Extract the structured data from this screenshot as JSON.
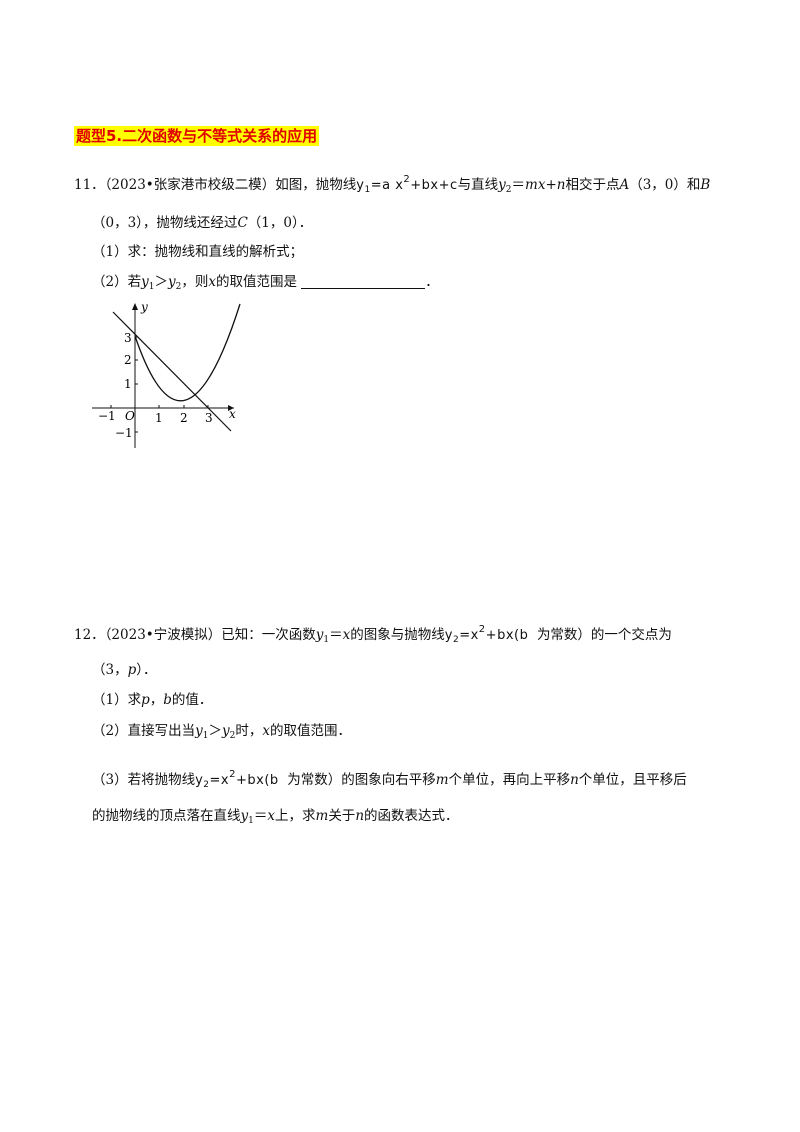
{
  "section": {
    "title": "题型5.二次函数与不等式关系的应用"
  },
  "q11": {
    "num": "11．",
    "source": "（2023•张家港市校级二模）",
    "intro": "如图，抛物线",
    "formula": {
      "y": "y",
      "sub1": "1",
      "eq": "=a x",
      "sq": "2",
      "rest": "+bx+c"
    },
    "mid": "与直线",
    "y2": "y",
    "sub2": "2",
    "eq2": "＝",
    "lineExpr": "mx+n",
    "meet": "相交于点",
    "A": "A",
    "Acoord": "（3，0）和",
    "B": "B",
    "line2a": "（0，3），抛物线还经过",
    "C": "C",
    "line2b": "（1，0）．",
    "part1": "（1）求：抛物线和直线的解析式；",
    "part2_pre": "（2）若",
    "part2_y1": "y",
    "part2_s1": "1",
    "part2_gt": "＞",
    "part2_y2": "y",
    "part2_s2": "2",
    "part2_mid": "，则",
    "part2_x": "x",
    "part2_post": "的取值范围是",
    "part2_end": "．"
  },
  "graph": {
    "ylabel": "y",
    "xlabel": "x",
    "origin": "O",
    "ticks_x": [
      "−1",
      "1",
      "2",
      "3"
    ],
    "ticks_y": [
      "3",
      "2",
      "1",
      "−1"
    ]
  },
  "q12": {
    "num": "12．",
    "source": "（2023•宁波模拟）",
    "intro": "已知：一次函数",
    "y1": "y",
    "s1": "1",
    "eqx": "＝",
    "x": "x",
    "mid": "的图象与抛物线",
    "formula": {
      "y": "y",
      "sub": "2",
      "eq": "=x",
      "sq": "2",
      "rest": "+bx(b"
    },
    "const": "为常数）的一个交点为",
    "line2a": "（3，",
    "p": "p",
    "line2b": "）．",
    "part1_pre": "（1）求",
    "part1_p": "p",
    "part1_comma": "，",
    "part1_b": "b",
    "part1_post": "的值．",
    "part2_pre": "（2）直接写出当",
    "part2_y1": "y",
    "part2_s1": "1",
    "part2_gt": "＞",
    "part2_y2": "y",
    "part2_s2": "2",
    "part2_mid": "时，",
    "part2_x": "x",
    "part2_post": "的取值范围．",
    "part3_pre": "（3）若将抛物线",
    "part3_const": "为常数）的图象向右平移",
    "part3_m": "m",
    "part3_mid": "个单位，再向上平移",
    "part3_n": "n",
    "part3_post": "个单位，且平移后",
    "part3_l2a": "的抛物线的顶点落在直线",
    "part3_y1": "y",
    "part3_s1": "1",
    "part3_eq": "＝",
    "part3_x": "x",
    "part3_l2b": "上，求",
    "part3_m2": "m",
    "part3_l2c": "关于",
    "part3_n2": "n",
    "part3_l2d": "的函数表达式．"
  }
}
